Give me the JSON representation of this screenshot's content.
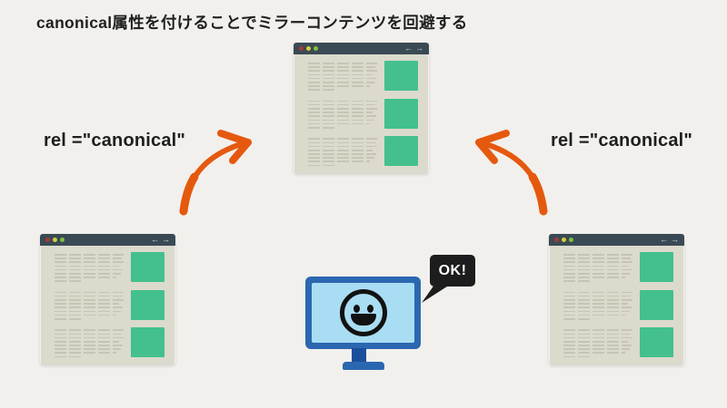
{
  "title": "canonical属性を付けることでミラーコンテンツを回避する",
  "labels": {
    "left": "rel =\"canonical\"",
    "right": "rel =\"canonical\""
  },
  "speech_bubble": {
    "text": "OK!"
  },
  "windows": {
    "items": [
      {
        "id": "canonical-page-top"
      },
      {
        "id": "mirror-page-left"
      },
      {
        "id": "mirror-page-right"
      }
    ],
    "nav_icons": {
      "back": "←",
      "forward": "→"
    },
    "content": {
      "paragraphs": 3,
      "lines_per_paragraph": 8,
      "line_widths_pct": [
        100,
        97,
        100,
        93,
        99,
        96,
        90,
        42
      ]
    }
  },
  "colors": {
    "bg": "#f2f0ed",
    "header": "#3a4a54",
    "winbody": "#dbdacd",
    "line": "#c6c5b4",
    "green": "#43c08d",
    "dot-red": "#a33a3a",
    "dot-yellow": "#d6ce3a",
    "dot-green": "#7fc13e",
    "nav": "#cdd6da",
    "orange": "#e5590f",
    "monitor-frame": "#2b67b0",
    "monitor-screen": "#a9ddf3",
    "monitor-stand": "#1c4f9b",
    "bubble": "#1d1d1d",
    "bubble-text": "#ffffff",
    "ink": "#1f1f1f"
  }
}
